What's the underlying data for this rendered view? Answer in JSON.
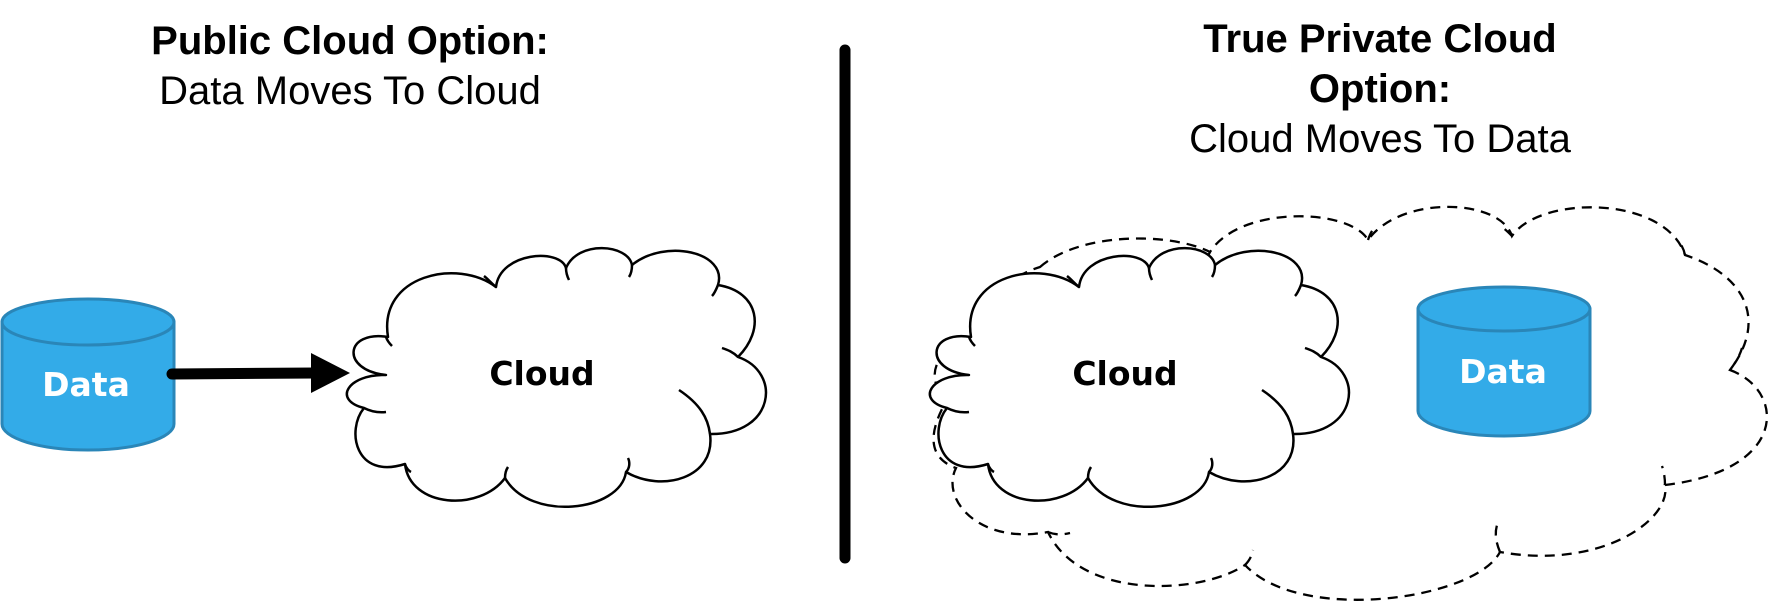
{
  "left_panel": {
    "title": "Public Cloud Option:",
    "subtitle": "Data Moves To Cloud",
    "data_label": "Data",
    "cloud_label": "Cloud"
  },
  "right_panel": {
    "title_line1": "True Private Cloud",
    "title_line2": "Option:",
    "subtitle": "Cloud Moves To Data",
    "cloud_label": "Cloud",
    "data_label": "Data"
  },
  "colors": {
    "database_fill": "#33ABE8",
    "database_stroke": "#2A86B8",
    "line": "#000000",
    "label_on_database": "#ffffff"
  }
}
